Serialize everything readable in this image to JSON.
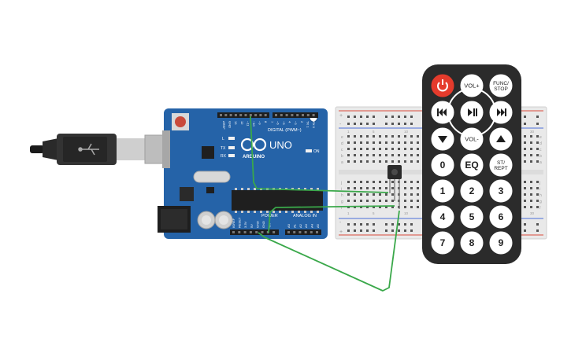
{
  "colors": {
    "pcb": "#2563a8",
    "wire": "#3aa84a",
    "remote_body": "#2b2b2b",
    "remote_button": "#ffffff",
    "power_button": "#e53b2c",
    "breadboard": "#e9e9e9",
    "rail_red": "#d94a3a",
    "rail_blue": "#4a6fd9"
  },
  "arduino": {
    "brand": "ARDUINO",
    "model": "UNO",
    "digital_label": "DIGITAL (PWM~)",
    "power_label": "POWER",
    "analog_label": "ANALOG IN",
    "on_label": "ON",
    "tx_label": "TX",
    "rx_label": "RX",
    "l_label": "L",
    "digital_pins": [
      "AREF",
      "GND",
      "13",
      "12",
      "~11",
      "~10",
      "~9",
      "8",
      "7",
      "~6",
      "~5",
      "4",
      "~3",
      "2",
      "TX 1",
      "RX 0"
    ],
    "power_pins": [
      "IOREF",
      "RESET",
      "3.3V",
      "5V",
      "GND",
      "GND",
      "Vin"
    ],
    "analog_pins": [
      "A0",
      "A1",
      "A2",
      "A3",
      "A4",
      "A5"
    ]
  },
  "breadboard": {
    "columns_top": [
      "a",
      "b",
      "c",
      "d",
      "e"
    ],
    "columns_bottom": [
      "f",
      "g",
      "h",
      "i",
      "j"
    ],
    "row_numbers": [
      "1",
      "5",
      "10",
      "15",
      "20",
      "25",
      "30"
    ],
    "rail_plus": "+",
    "rail_minus": "-"
  },
  "remote": {
    "buttons": [
      {
        "id": "power",
        "label": "",
        "icon": "power-icon"
      },
      {
        "id": "vol_up",
        "label": "VOL+"
      },
      {
        "id": "func_stop",
        "label": "FUNC/\nSTOP"
      },
      {
        "id": "prev",
        "label": "",
        "icon": "rewind-icon"
      },
      {
        "id": "play_pause",
        "label": "",
        "icon": "play-pause-icon"
      },
      {
        "id": "next",
        "label": "",
        "icon": "fast-forward-icon"
      },
      {
        "id": "down",
        "label": "",
        "icon": "triangle-down-icon"
      },
      {
        "id": "vol_down",
        "label": "VOL-"
      },
      {
        "id": "up",
        "label": "",
        "icon": "triangle-up-icon"
      },
      {
        "id": "zero",
        "label": "0"
      },
      {
        "id": "eq",
        "label": "EQ"
      },
      {
        "id": "st_rept",
        "label": "ST/\nREPT"
      },
      {
        "id": "one",
        "label": "1"
      },
      {
        "id": "two",
        "label": "2"
      },
      {
        "id": "three",
        "label": "3"
      },
      {
        "id": "four",
        "label": "4"
      },
      {
        "id": "five",
        "label": "5"
      },
      {
        "id": "six",
        "label": "6"
      },
      {
        "id": "seven",
        "label": "7"
      },
      {
        "id": "eight",
        "label": "8"
      },
      {
        "id": "nine",
        "label": "9"
      }
    ]
  }
}
